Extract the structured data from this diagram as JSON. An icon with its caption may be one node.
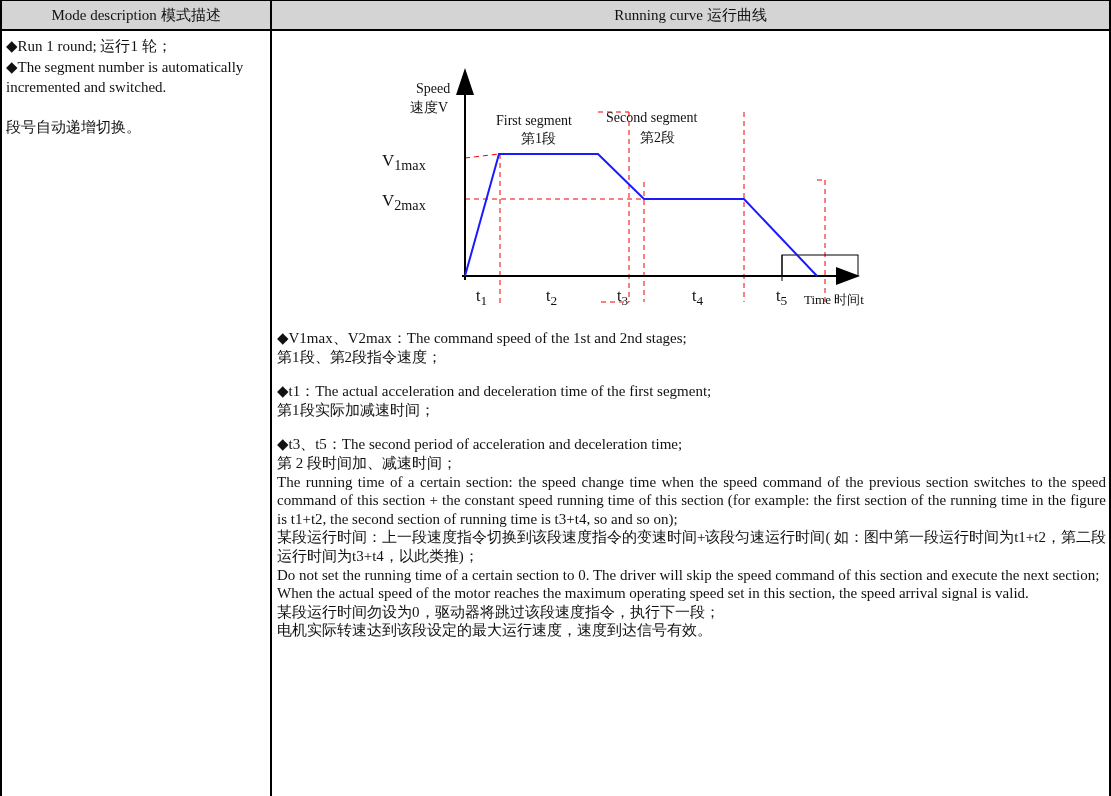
{
  "diagram": {
    "labels": [
      "Mode description 模式描述",
      "Running curve 运行曲线",
      "◆Run 1 round; 运行1 轮；",
      "◆The segment number is automatically incremented and switched.",
      "段号自动递增切换。",
      "Speed",
      "速度V",
      "First segment",
      "第1段",
      "Second segment",
      "第2段",
      "V$_{1max}$",
      "V$_{2max}$",
      "t$_{1}$",
      "t$_{2}$",
      "t$_{3}$",
      "t$_{4}$",
      "t$_{5}$",
      "Time 时间t",
      "◆V1max、V2max：The command speed of the 1st and 2nd stages;",
      "第1段、第2段指令速度；",
      "◆t1：The actual acceleration and deceleration time of the first segment;",
      "第1段实际加减速时间；",
      "◆t3、t5：The second period of acceleration and deceleration time;",
      "第 2 段时间加、减速时间；",
      "The running time of a certain section: the speed change time when the speed command of the previous section switches to the speed command of this section + the constant speed running time of this section (for example: the first section of the running time in the figure is t1+t2, the second section of running time is t3+t4, so and so on);",
      "某段运行时间：上一段速度指令切换到该段速度指令的变速时间+该段匀速运行时间( 如：图中第一段运行时间为t1+t2，第二段运行时间为t3+t4，以此类推)；",
      "Do not set the running time of a certain section to 0. The driver will skip the speed command of this section and execute the next section;",
      "When the actual speed of the motor reaches the maximum operating speed set in this section, the speed arrival signal is valid.",
      "某段运行时间勿设为0，驱动器将跳过该段速度指令，执行下一段；",
      "电机实际转速达到该段设定的最大运行速度，速度到达信号有效。"
    ]
  }
}
